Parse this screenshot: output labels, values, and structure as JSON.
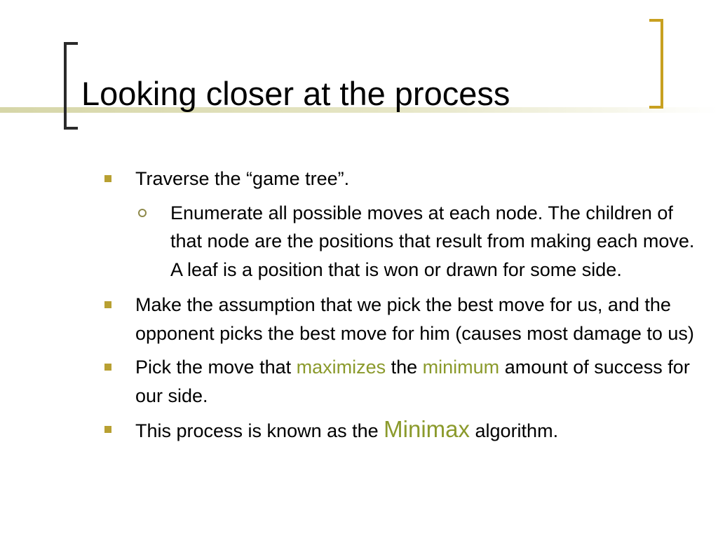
{
  "slide": {
    "title": "Looking closer at the process",
    "bullets": [
      {
        "text": "Traverse the “game tree”."
      },
      {
        "text": "Enumerate all possible moves at each node. The children of that node are the positions that result from making each move. A leaf is a position that is won or drawn for some side."
      },
      {
        "text": "Make the assumption that we pick the best move for us, and the opponent picks the best move for him (causes most damage to us)"
      },
      {
        "part1": "Pick the move that ",
        "hl1": "maximizes",
        "part2": " the ",
        "hl2": "minimum",
        "part3": " amount of success for our side."
      },
      {
        "part1": "This process is known as the ",
        "hl1": "Minimax",
        "part2": " algorithm."
      }
    ]
  },
  "colors": {
    "accent_gold": "#c8a020",
    "bullet_square": "#b8a032",
    "highlight": "#8b9a2c",
    "title_bar": "#d6d6a8"
  },
  "icons": {
    "level1_bullet": "square-bullet-icon",
    "level2_bullet": "circle-bullet-icon"
  }
}
